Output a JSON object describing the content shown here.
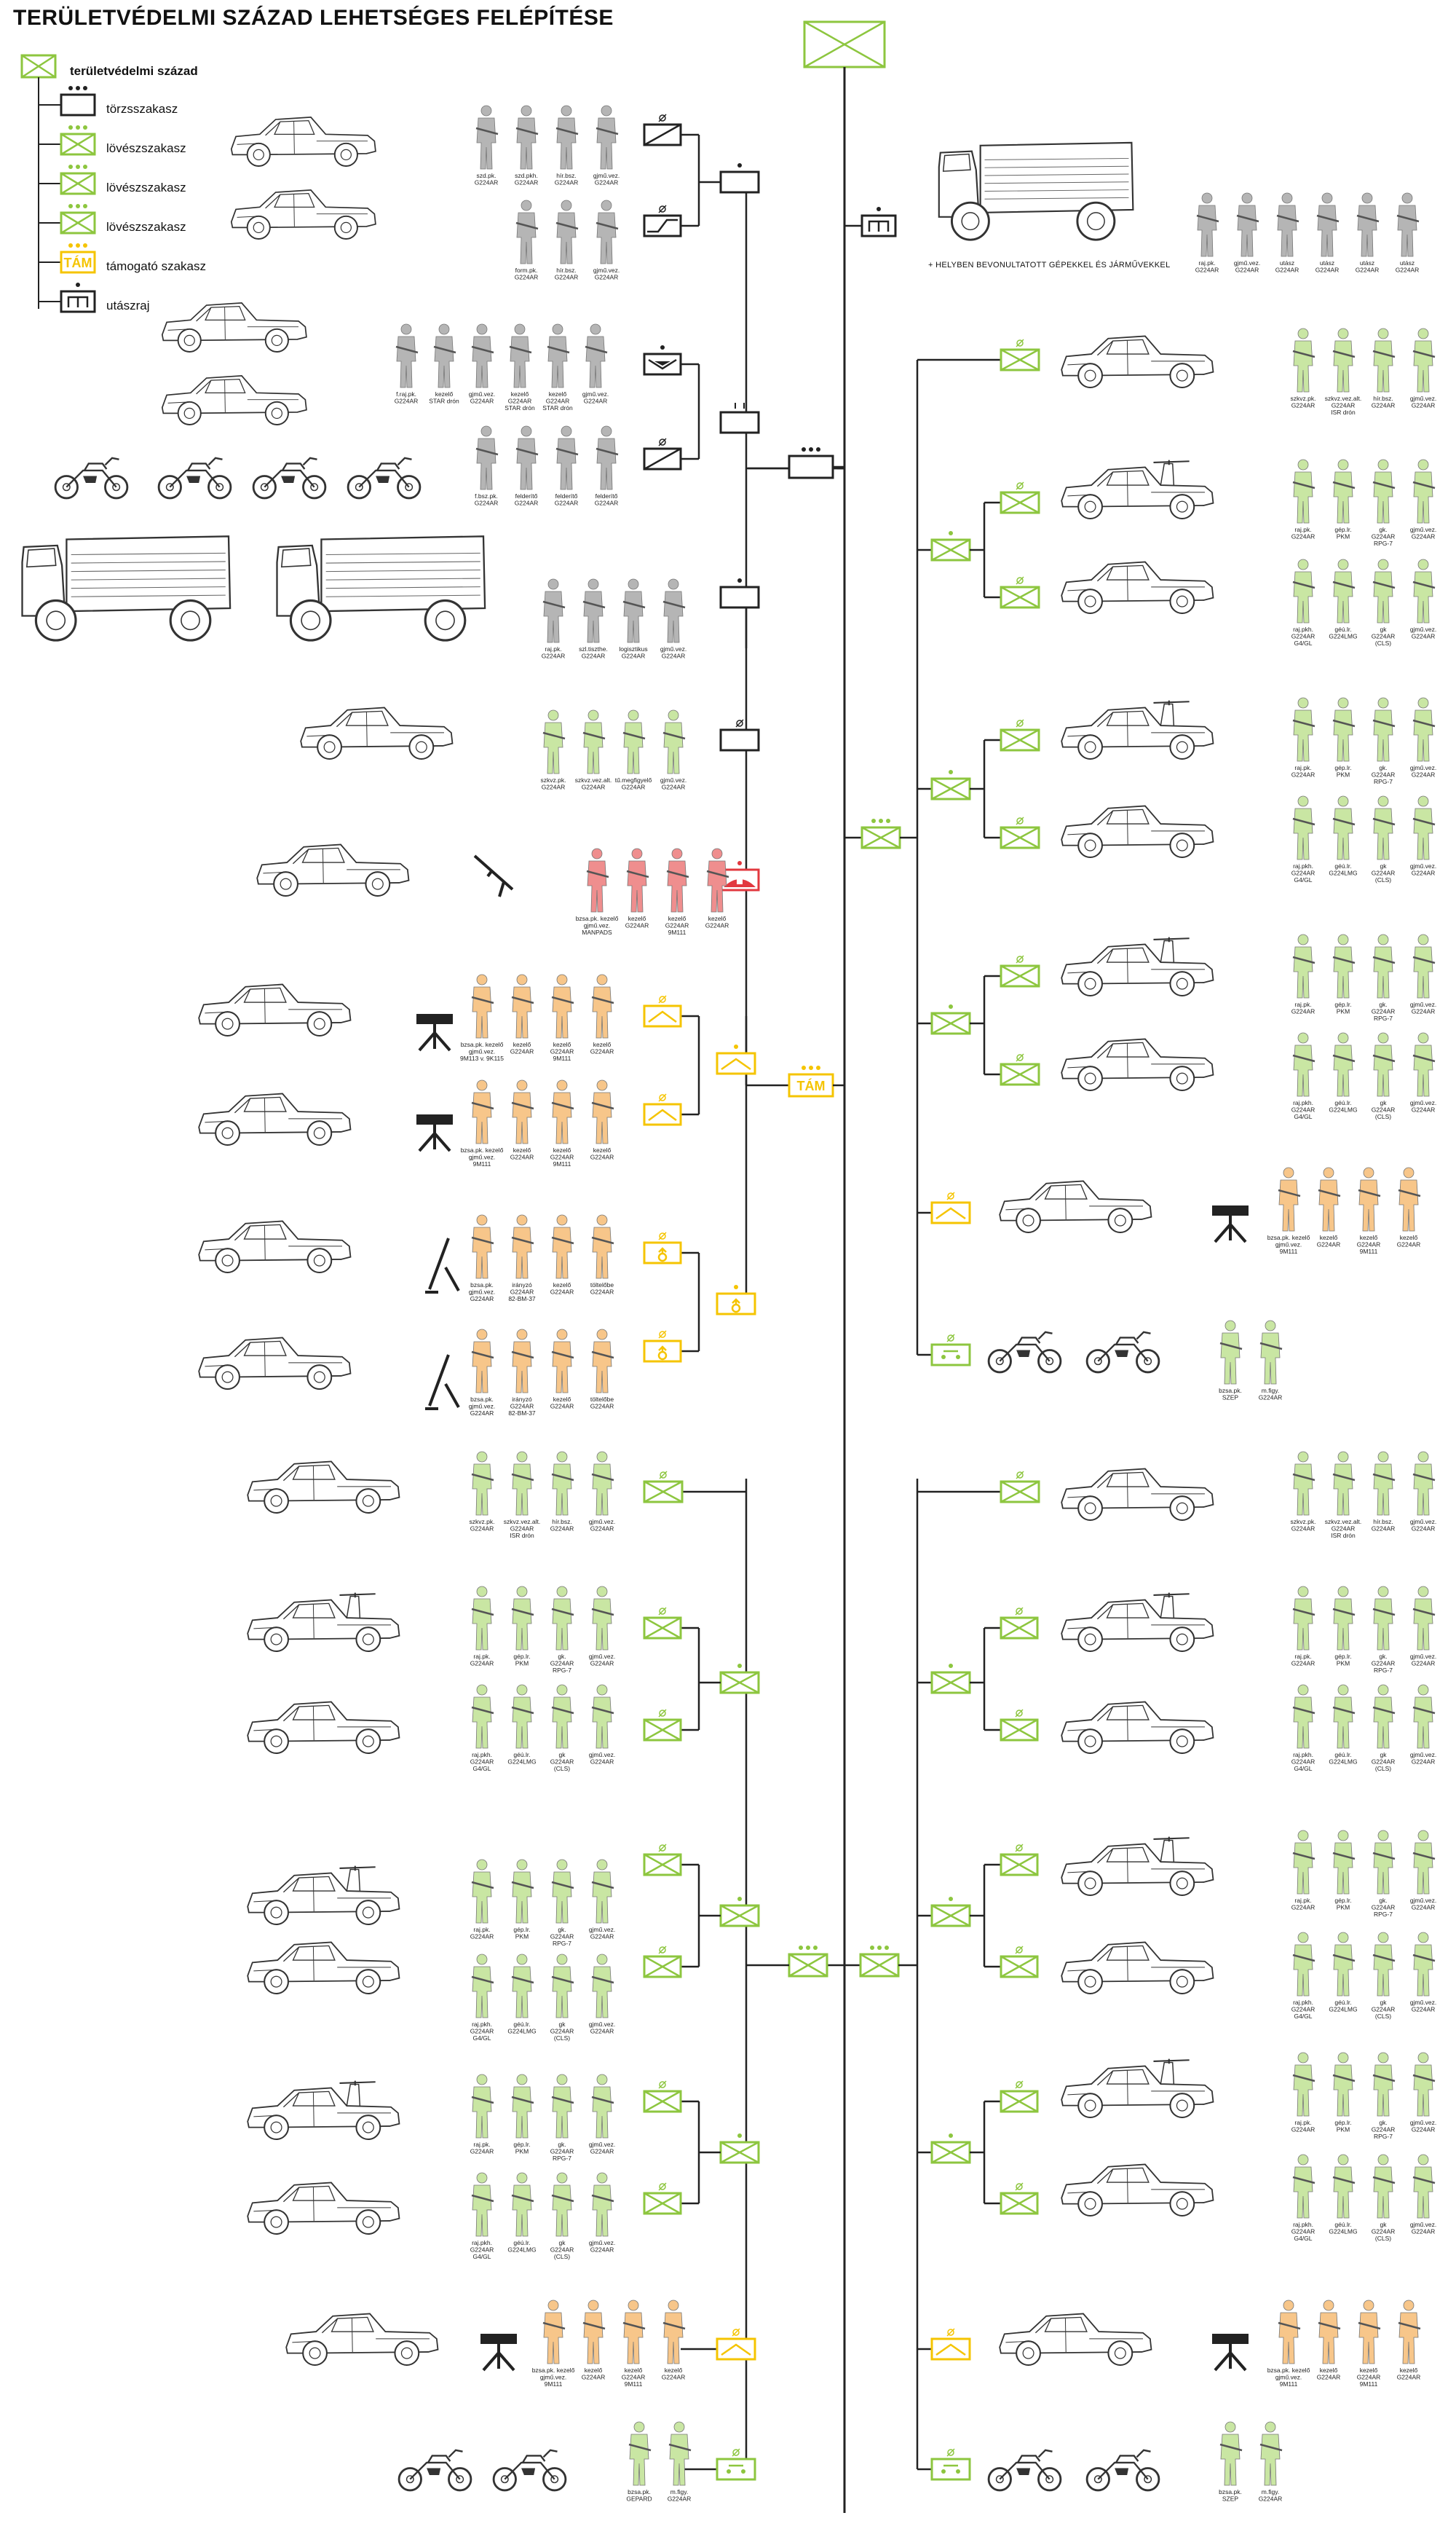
{
  "title": "TERÜLETVÉDELMI SZÁZAD LEHETSÉGES FELÉPÍTÉSE",
  "legend": {
    "root": "területvédelmi század",
    "items": [
      {
        "label": "törzsszakasz",
        "echelon": "***",
        "type": "hq"
      },
      {
        "label": "lövészszakasz",
        "echelon": "***",
        "type": "infantry"
      },
      {
        "label": "lövészszakasz",
        "echelon": "***",
        "type": "infantry"
      },
      {
        "label": "lövészszakasz",
        "echelon": "***",
        "type": "infantry"
      },
      {
        "label": "támogató szakasz",
        "echelon": "***",
        "type": "support",
        "symbol_text": "TÁM"
      },
      {
        "label": "utászraj",
        "echelon": "•",
        "type": "engineer"
      }
    ]
  },
  "note": "+ HELYBEN BEVONULTATOTT GÉPEKKEL ÉS JÁRMŰVEKKEL",
  "support_symbol_text": "TÁM",
  "colors": {
    "infantry": "#8dc63f",
    "support": "#f5c400",
    "hq": "#222222",
    "air_defense": "#e2383f",
    "soldier_green": "#c9e6a3",
    "soldier_orange": "#f7c68a",
    "soldier_red": "#ef8e8e",
    "soldier_gray": "#b5b5b5",
    "line": "#222222"
  },
  "crews": {
    "hq1": [
      "szd.pk.\nG224AR",
      "szd.pkh.\nG224AR",
      "hír.bsz.\nG224AR",
      "gjmű.vez.\nG224AR"
    ],
    "hq2": [
      "form.pk.\nG224AR",
      "hír.bsz.\nG224AR",
      "gjmű.vez.\nG224AR"
    ],
    "hq3": [
      "f.raj.pk.\nG224AR",
      "kezelő\nSTAR drón",
      "gjmű.vez.\nG224AR",
      "kezelő\nG224AR\nSTAR drón",
      "kezelő\nG224AR\nSTAR drón",
      "gjmű.vez.\nG224AR"
    ],
    "hq4": [
      "f.bsz.pk.\nG224AR",
      "felderítő\nG224AR",
      "felderítő\nG224AR",
      "felderítő\nG224AR"
    ],
    "hq5": [
      "raj.pk.\nG224AR",
      "szl.tiszthe.\nG224AR",
      "logisztikus\nG224AR",
      "gjmű.vez.\nG224AR"
    ],
    "eng": [
      "raj.pk.\nG224AR",
      "gjmű.vez.\nG224AR",
      "utász\nG224AR",
      "utász\nG224AR",
      "utász\nG224AR",
      "utász\nG224AR"
    ],
    "sup_hq": [
      "szkvz.pk.\nG224AR",
      "szkvz.vez.alt.\nG224AR",
      "tű.megfigyelő\nG224AR",
      "gjmű.vez.\nG224AR"
    ],
    "ad": [
      "bzsa.pk. kezelő\ngjmű.vez.\nMANPADS",
      "kezelő\nG224AR",
      "kezelő\nG224AR\n9M111",
      "kezelő\nG224AR"
    ],
    "atgm1": [
      "bzsa.pk. kezelő\ngjmű.vez.\n9M113 v. 9K115",
      "kezelő\nG224AR",
      "kezelő\nG224AR\n9M111",
      "kezelő\nG224AR"
    ],
    "atgm2": [
      "bzsa.pk. kezelő\ngjmű.vez.\n9M111",
      "kezelő\nG224AR",
      "kezelő\nG224AR\n9M111",
      "kezelő\nG224AR"
    ],
    "mortar": [
      "bzsa.pk.\ngjmű.vez.\nG224AR",
      "irányzó\nG224AR\n82-BM-37",
      "kezelő\nG224AR",
      "töltelőbe\nG224AR"
    ],
    "plhq": [
      "szkvz.pk.\nG224AR",
      "szkvz.vez.alt.\nG224AR\nISR drón",
      "hír.bsz.\nG224AR",
      "gjmű.vez.\nG224AR"
    ],
    "sqA": [
      "raj.pk.\nG224AR",
      "gép.lr.\nPKM",
      "gk.\nG224AR\nRPG-7",
      "gjmű.vez.\nG224AR"
    ],
    "sqB": [
      "raj.pkh.\nG224AR\nG4/GL",
      "géú.lr.\nG224LMG",
      "gk\nG224AR\n(CLS)",
      "gjmű.vez.\nG224AR"
    ],
    "atgmR": [
      "bzsa.pk. kezelő\ngjmű.vez.\n9M111",
      "kezelő\nG224AR",
      "kezelő\nG224AR\n9M111",
      "kezelő\nG224AR"
    ],
    "mot": [
      "bzsa.pk.\nSZEP",
      "m.figy.\nG224AR"
    ],
    "motL": [
      "bzsa.pk.\nGEPARD",
      "m.figy.\nG224AR"
    ]
  }
}
